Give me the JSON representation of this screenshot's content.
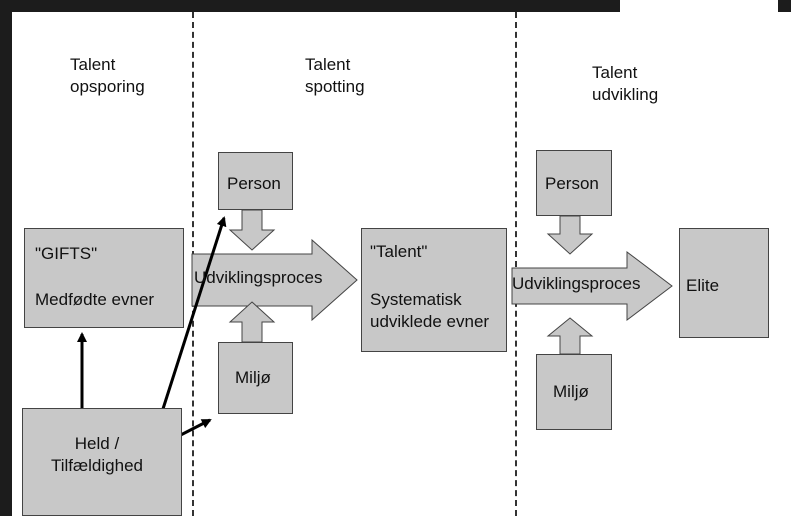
{
  "headings": {
    "col1": "Talent\nopsporing",
    "col2": "Talent\nspotting",
    "col3": "Talent\nudvikling"
  },
  "boxes": {
    "gifts_line1": "\"GIFTS\"",
    "gifts_line2": "Medfødte evner",
    "held": "Held /\nTilfældighed",
    "person1": "Person",
    "miljo1": "Miljø",
    "talent_line1": "\"Talent\"",
    "talent_line2": "Systematisk\nudviklede evner",
    "person2": "Person",
    "miljo2": "Miljø",
    "elite": "Elite"
  },
  "arrows": {
    "proces1": "Udviklingsproces",
    "proces2": "Udviklingsproces"
  },
  "colors": {
    "box_fill": "#c8c8c8",
    "line": "#000000",
    "background": "#ffffff",
    "photo_border": "#1c1c1c"
  }
}
